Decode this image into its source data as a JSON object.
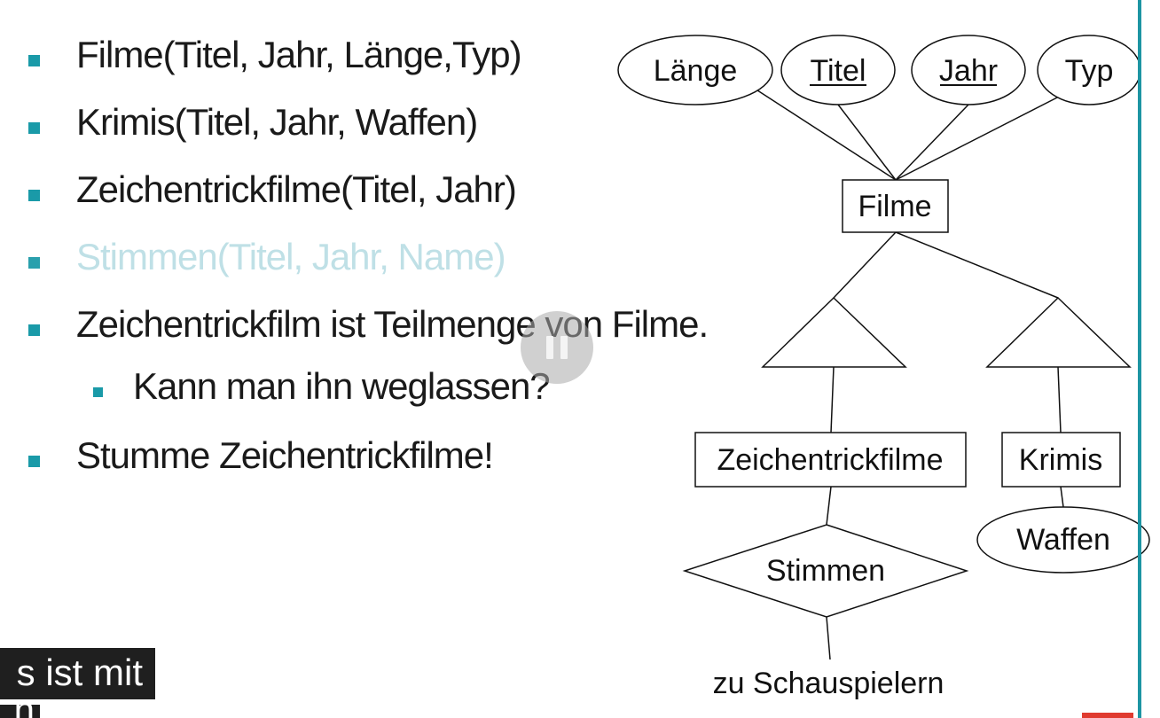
{
  "bullets": [
    {
      "text": "Filme(Titel, Jahr, Länge,Typ)"
    },
    {
      "text": "Krimis(Titel, Jahr, Waffen)"
    },
    {
      "text": "Zeichentrickfilme(Titel, Jahr)"
    },
    {
      "text": "Stimmen(Titel, Jahr, Name)"
    },
    {
      "text": "Zeichentrickfilm ist Teilmenge von Filme."
    },
    {
      "text": "Kann man ihn weglassen?"
    },
    {
      "text": "Stumme Zeichentrickfilme!"
    }
  ],
  "diagram": {
    "attributes": {
      "laenge": "Länge",
      "titel": "Titel",
      "jahr": "Jahr",
      "typ": "Typ",
      "waffen": "Waffen"
    },
    "entities": {
      "filme": "Filme",
      "zeichentrickfilme": "Zeichentrickfilme",
      "krimis": "Krimis"
    },
    "relationship": "Stimmen",
    "footer_note": "zu Schauspielern"
  },
  "captions": {
    "line1": "s ist mit",
    "line2": "n"
  },
  "colors": {
    "bullet_marker": "#1a9aa8",
    "faded_text": "#bfe0e6",
    "accent_border": "#1d95a3",
    "caption_bg": "#1f1f1f"
  }
}
